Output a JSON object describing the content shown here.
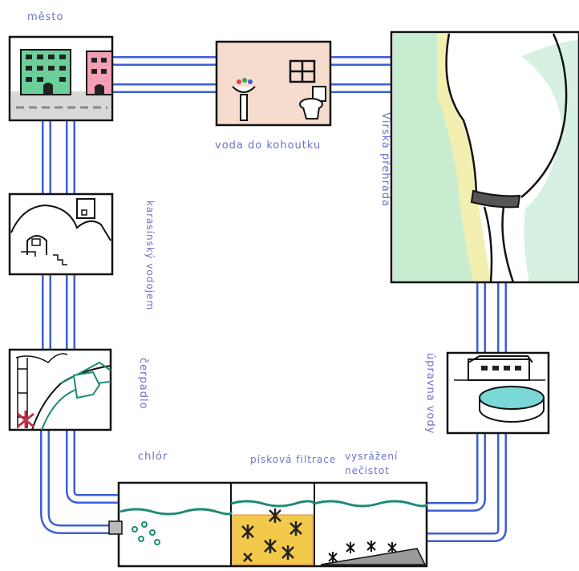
{
  "labels": {
    "city": "město",
    "tap_water": "voda do kohoutku",
    "dam": "Vírská přehrada",
    "treatment": "úpravna vody",
    "reservoir": "karasínský vodojem",
    "pump": "čerpadlo",
    "chlorine": "chlór",
    "sand_filter": "písková filtrace",
    "sludge": "vysrážení nečistot"
  },
  "colors": {
    "pipe": "#3c5ed8",
    "pipe_inner": "#ffffff",
    "label_ink": "#6a72c8",
    "water_stripe": "#1d8a73",
    "sand": "#f2c94a",
    "grass": "#c8ecd0"
  },
  "icons": [
    "building-icon",
    "tap-icon",
    "toilet-icon",
    "window-icon",
    "dam-icon",
    "pool-icon",
    "pump-icon",
    "chlorine-bubbles-icon",
    "sediment-icon"
  ]
}
